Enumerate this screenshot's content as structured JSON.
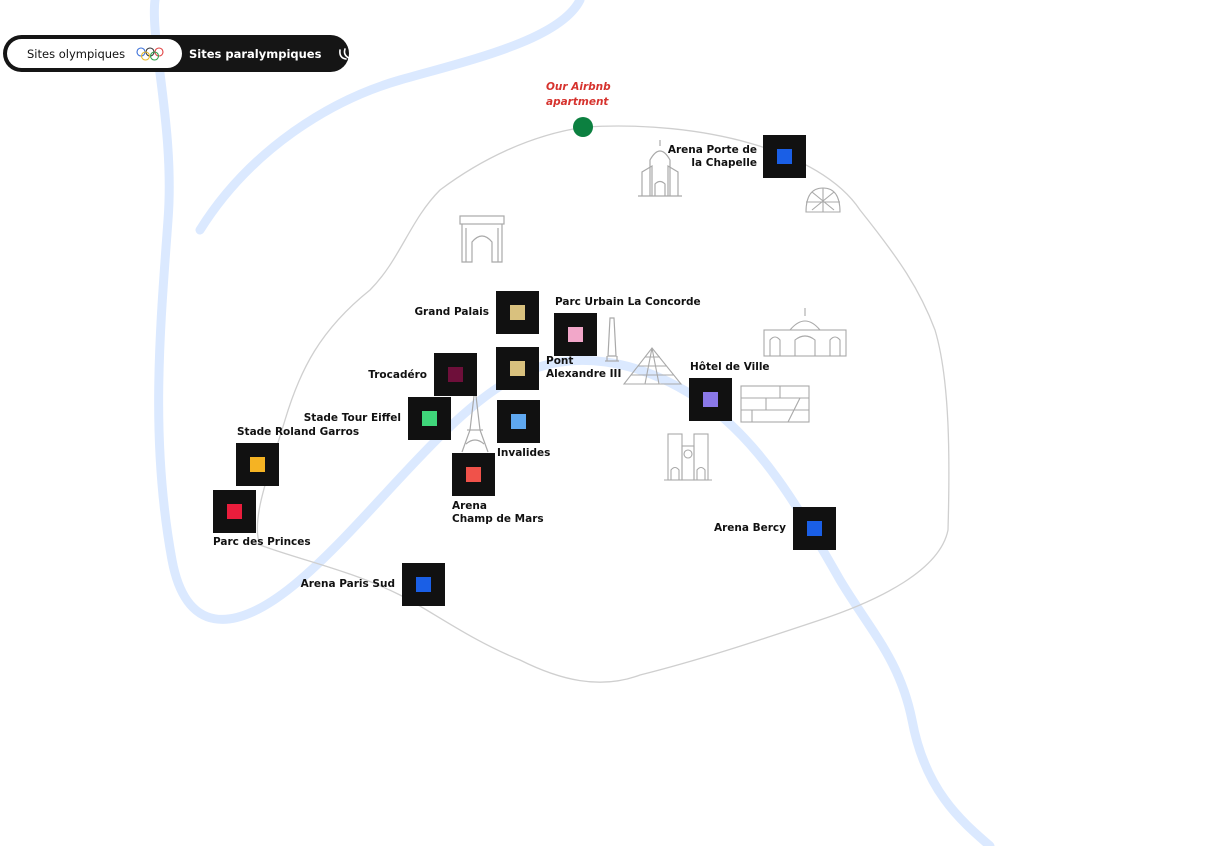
{
  "toggle": {
    "olympic_label": "Sites olympiques",
    "paralympic_label": "Sites paralympiques",
    "olympic_icon": "olympic-rings-icon",
    "paralympic_icon": "paralympic-agitos-icon"
  },
  "home": {
    "label_line1": "Our Airbnb",
    "label_line2": "apartment",
    "color": "#0c8040",
    "label_color": "#d6332e"
  },
  "venues": [
    {
      "id": "porte-chapelle",
      "line1": "Arena Porte de",
      "line2": "la Chapelle",
      "color": "#1a5fe6"
    },
    {
      "id": "grand-palais",
      "line1": "Grand Palais",
      "line2": "",
      "color": "#d9c17e"
    },
    {
      "id": "concorde",
      "line1": "Parc Urbain La Concorde",
      "line2": "",
      "color": "#f2a7c9"
    },
    {
      "id": "pont-alexandre",
      "line1": "Pont",
      "line2": "Alexandre III",
      "color": "#d9c17e"
    },
    {
      "id": "trocadero",
      "line1": "Trocadéro",
      "line2": "",
      "color": "#6e0f3a"
    },
    {
      "id": "hotel-ville",
      "line1": "Hôtel de Ville",
      "line2": "",
      "color": "#8a78e8"
    },
    {
      "id": "tour-eiffel",
      "line1": "Stade Tour Eiffel",
      "line2": "",
      "color": "#3fd67a"
    },
    {
      "id": "invalides",
      "line1": "Invalides",
      "line2": "",
      "color": "#5fa8f0"
    },
    {
      "id": "roland-garros",
      "line1": "Stade Roland Garros",
      "line2": "",
      "color": "#f5b323"
    },
    {
      "id": "champ-mars",
      "line1": "Arena",
      "line2": "Champ de Mars",
      "color": "#f0524a"
    },
    {
      "id": "parc-princes",
      "line1": "Parc des Princes",
      "line2": "",
      "color": "#ea1d3c"
    },
    {
      "id": "bercy",
      "line1": "Arena Bercy",
      "line2": "",
      "color": "#1a5fe6"
    },
    {
      "id": "paris-sud",
      "line1": "Arena Paris Sud",
      "line2": "",
      "color": "#1a5fe6"
    }
  ],
  "landmarks": [
    "sacre-coeur-icon",
    "geode-icon",
    "arc-de-triomphe-icon",
    "obelisk-icon",
    "louvre-pyramid-icon",
    "opera-icon",
    "centre-pompidou-icon",
    "eiffel-tower-icon",
    "notre-dame-icon"
  ],
  "colors": {
    "river": "#dbe9ff",
    "outline": "#cfcfcf",
    "marker": "#111111"
  }
}
